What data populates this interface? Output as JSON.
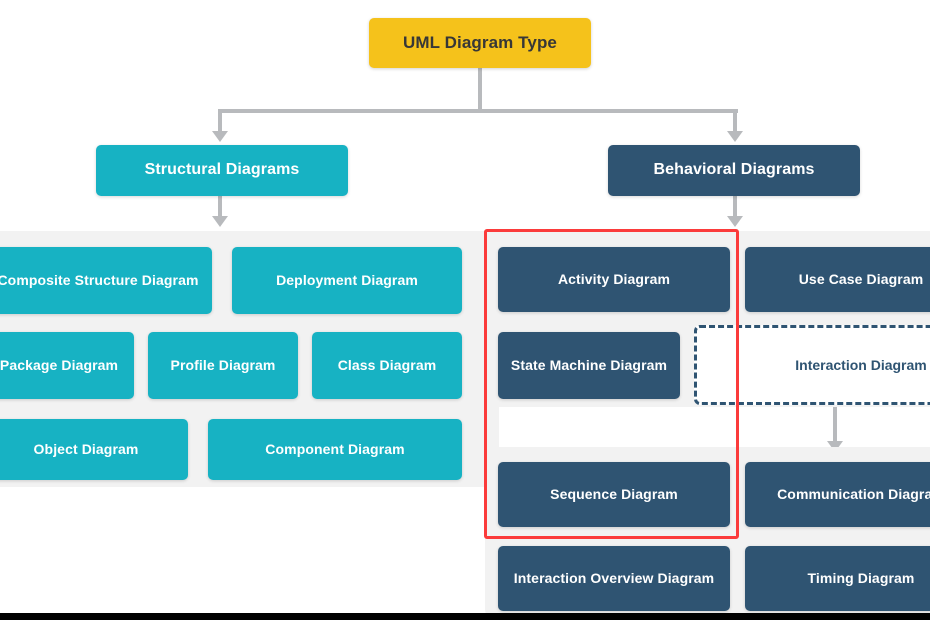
{
  "diagram": {
    "title": "UML Diagram Type",
    "root": {
      "label": "UML Diagram Type"
    },
    "branches": [
      {
        "label": "Structural Diagrams"
      },
      {
        "label": "Behavioral Diagrams"
      }
    ],
    "structural_diagrams": [
      {
        "label": "Composite Structure Diagram"
      },
      {
        "label": "Deployment Diagram"
      },
      {
        "label": "Package Diagram"
      },
      {
        "label": "Profile Diagram"
      },
      {
        "label": "Class Diagram"
      },
      {
        "label": "Object Diagram"
      },
      {
        "label": "Component Diagram"
      }
    ],
    "behavioral_diagrams": [
      {
        "label": "Activity Diagram"
      },
      {
        "label": "Use Case Diagram"
      },
      {
        "label": "State Machine Diagram"
      },
      {
        "label": "Sequence Diagram"
      },
      {
        "label": "Communication Diagram"
      },
      {
        "label": "Interaction Overview Diagram"
      },
      {
        "label": "Timing Diagram"
      }
    ],
    "interaction_group": {
      "label": "Interaction Diagram"
    }
  },
  "colors": {
    "root": "#f5c21b",
    "structural": "#17b2c3",
    "behavioral": "#2f5472",
    "panel": "#f2f2f2",
    "connector": "#b8babd",
    "highlight": "#fb3b3b",
    "root_text": "#373737",
    "node_text": "#ffffff"
  }
}
